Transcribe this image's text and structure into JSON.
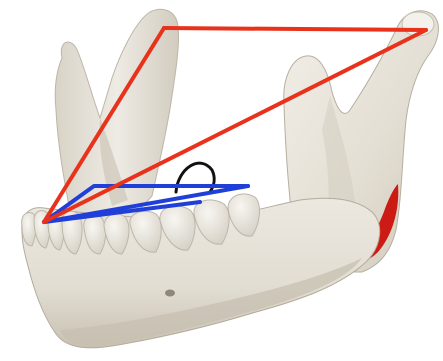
{
  "figure": {
    "subject": "mandible-3d-model",
    "colors": {
      "background": "#ffffff",
      "bone": "#e9e5dc",
      "bone_shadow": "#c9c3b6",
      "bone_dark": "#a8a193",
      "teeth": "#efece4",
      "red_lines": "#e8321c",
      "blue_lines": "#1f3fd8",
      "angle_arc": "#111111",
      "gonial_highlight": "#cc1a14"
    },
    "overlays": [
      {
        "name": "condyle-coronoid-triangle",
        "color": "red"
      },
      {
        "name": "occlusal-plane-triangle",
        "color": "blue"
      },
      {
        "name": "angle-arc",
        "color": "black"
      },
      {
        "name": "gonial-angle-highlight",
        "color": "red"
      }
    ]
  }
}
